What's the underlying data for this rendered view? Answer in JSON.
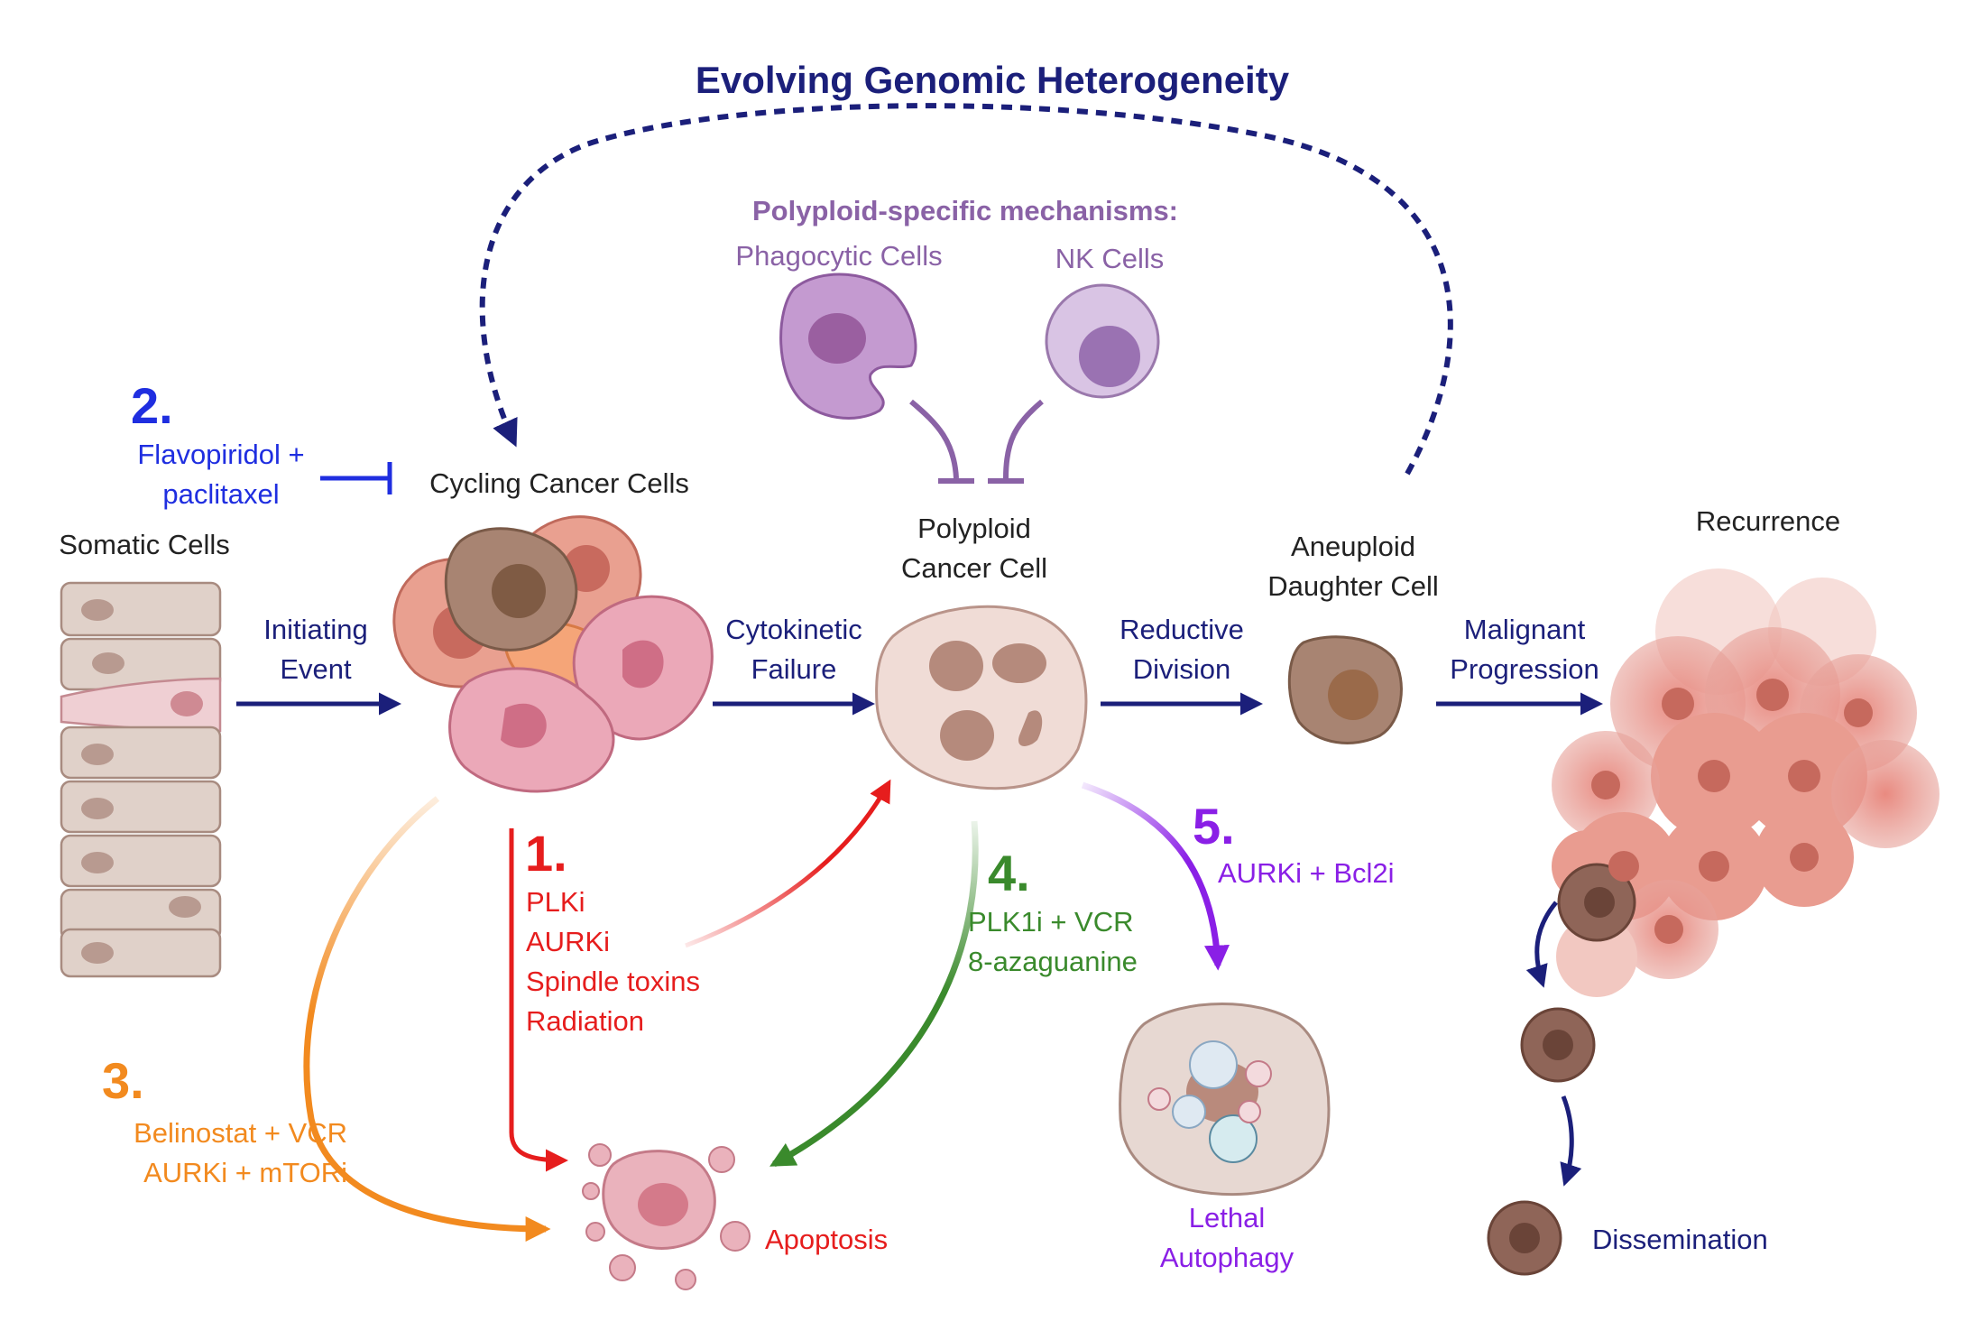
{
  "title": "Evolving Genomic Heterogeneity",
  "polyploid_mechanisms": {
    "heading": "Polyploid-specific mechanisms:",
    "phagocytic": "Phagocytic Cells",
    "nk": "NK Cells"
  },
  "stages": {
    "somatic": "Somatic Cells",
    "cycling": "Cycling Cancer Cells",
    "polyploid": [
      "Polyploid",
      "Cancer Cell"
    ],
    "aneuploid": [
      "Aneuploid",
      "Daughter Cell"
    ],
    "recurrence": "Recurrence",
    "dissemination": "Dissemination",
    "apoptosis": "Apoptosis",
    "autophagy": [
      "Lethal",
      "Autophagy"
    ]
  },
  "transitions": {
    "initiating": [
      "Initiating",
      "Event"
    ],
    "cytokinetic": [
      "Cytokinetic",
      "Failure"
    ],
    "reductive": [
      "Reductive",
      "Division"
    ],
    "malignant": [
      "Malignant",
      "Progression"
    ]
  },
  "therapies": {
    "t1": {
      "number": "1.",
      "lines": [
        "PLKi",
        "AURKi",
        "Spindle toxins",
        "Radiation"
      ]
    },
    "t2": {
      "number": "2.",
      "lines": [
        "Flavopiridol +",
        "paclitaxel"
      ]
    },
    "t3": {
      "number": "3.",
      "lines": [
        "Belinostat + VCR",
        "AURKi + mTORi"
      ]
    },
    "t4": {
      "number": "4.",
      "lines": [
        "PLK1i + VCR",
        "8-azaguanine"
      ]
    },
    "t5": {
      "number": "5.",
      "lines": [
        "AURKi + Bcl2i"
      ]
    }
  },
  "colors": {
    "navy": "#1b1f7a",
    "red": "#e61d1d",
    "blue": "#1f2ee0",
    "orange": "#f28a1f",
    "green": "#3a8a2c",
    "purple": "#8a1fe6",
    "lavender": "#8a62a6",
    "text": "#222222"
  }
}
